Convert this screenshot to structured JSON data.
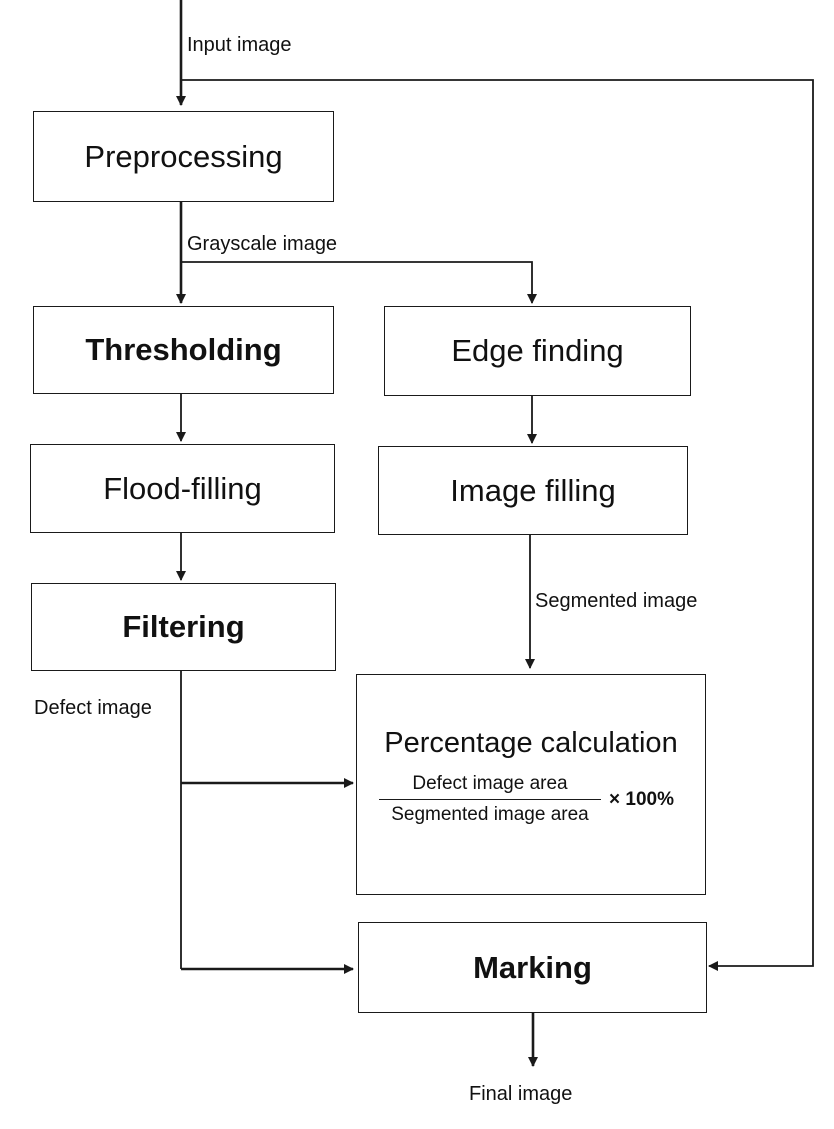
{
  "diagram": {
    "nodes": {
      "preprocessing": "Preprocessing",
      "thresholding": "Thresholding",
      "edge_finding": "Edge finding",
      "flood_filling": "Flood-filling",
      "image_filling": "Image filling",
      "filtering": "Filtering",
      "percentage_calculation": "Percentage calculation",
      "marking": "Marking"
    },
    "formula": {
      "numerator": "Defect image area",
      "denominator": "Segmented image area",
      "multiplier": "× 100%"
    },
    "edge_labels": {
      "input": "Input image",
      "grayscale": "Grayscale image",
      "segmented": "Segmented image",
      "defect": "Defect image",
      "final": "Final image"
    }
  }
}
